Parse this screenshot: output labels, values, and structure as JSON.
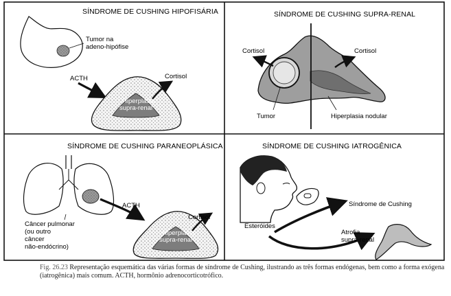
{
  "panels": {
    "hipofisaria": {
      "title": "SÍNDROME DE CUSHING HIPOFISÁRIA",
      "tumor_label": [
        "Tumor na",
        "adeno-hipófise"
      ],
      "acth": "ACTH",
      "cortisol": "Cortisol",
      "gland_label": [
        "Hiperplasia",
        "supra-renal"
      ]
    },
    "suprarenal": {
      "title": "SÍNDROME DE CUSHING SUPRA-RENAL",
      "cortisol_left": "Cortisol",
      "cortisol_right": "Cortisol",
      "tumor": "Tumor",
      "hiperplasia": "Hiperplasia nodular"
    },
    "paraneoplasica": {
      "title": "SÍNDROME DE CUSHING PARANEOPLÁSICA",
      "acth": "ACTH",
      "cortisol": "Cortisol",
      "cancer_label": [
        "Câncer pulmonar",
        "(ou outro",
        "câncer",
        "não-endócrino)"
      ],
      "gland_label": [
        "Hiperplasia",
        "supra-renal"
      ]
    },
    "iatrogenica": {
      "title": "SÍNDROME DE CUSHING IATROGÊNICA",
      "esteroides": "Esteróides",
      "sindrome": "Síndrome de Cushing",
      "atrofia": [
        "Atrofia",
        "supra-renal"
      ]
    }
  },
  "caption": {
    "fig": "Fig. 26.23",
    "text": "Representação esquemática das várias formas de síndrome de Cushing, ilustrando as três formas endógenas, bem como a forma exógena (iatrogênica) mais comum. ACTH, hormônio adrenocorticotrófico."
  }
}
